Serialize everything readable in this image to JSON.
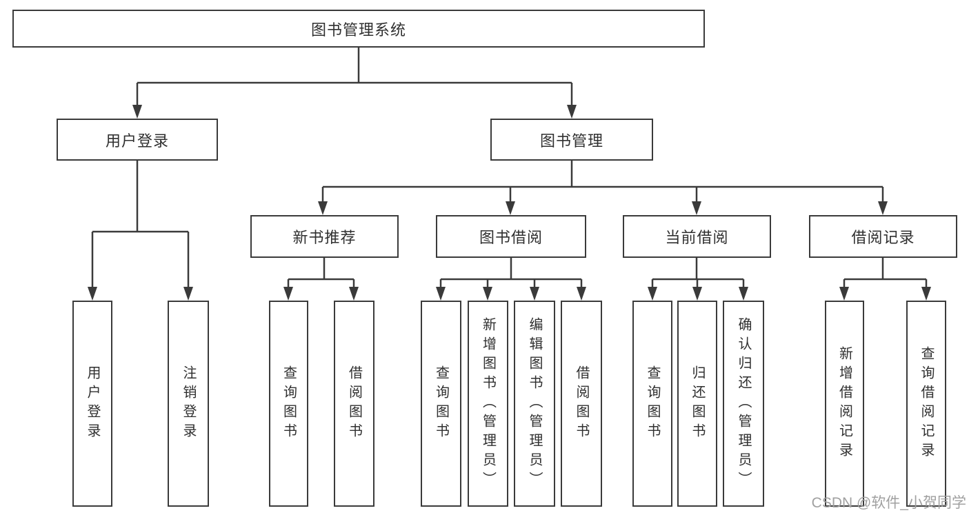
{
  "nodes": {
    "root": "图书管理系统",
    "user_login": "用户登录",
    "book_mgmt": "图书管理",
    "new_book_rec": "新书推荐",
    "book_borrow": "图书借阅",
    "current_borrow": "当前借阅",
    "borrow_records": "借阅记录",
    "leaf_user_login": "用户登录",
    "leaf_logout": "注销登录",
    "leaf_rec_query": "查询图书",
    "leaf_rec_borrow": "借阅图书",
    "leaf_bb_query": "查询图书",
    "leaf_bb_add": "新增图书（管理员）",
    "leaf_bb_edit": "编辑图书（管理员）",
    "leaf_bb_borrow": "借阅图书",
    "leaf_cb_query": "查询图书",
    "leaf_cb_return": "归还图书",
    "leaf_cb_confirm": "确认归还（管理员）",
    "leaf_br_add": "新增借阅记录",
    "leaf_br_query": "查询借阅记录"
  },
  "watermark": "CSDN @软件_小贺同学",
  "colors": {
    "line": "#3a3a3a",
    "box_border": "#3a3a3a",
    "box_fill": "#ffffff",
    "text": "#2f2f2f",
    "watermark": "#a0a0a0",
    "bg": "#ffffff"
  }
}
